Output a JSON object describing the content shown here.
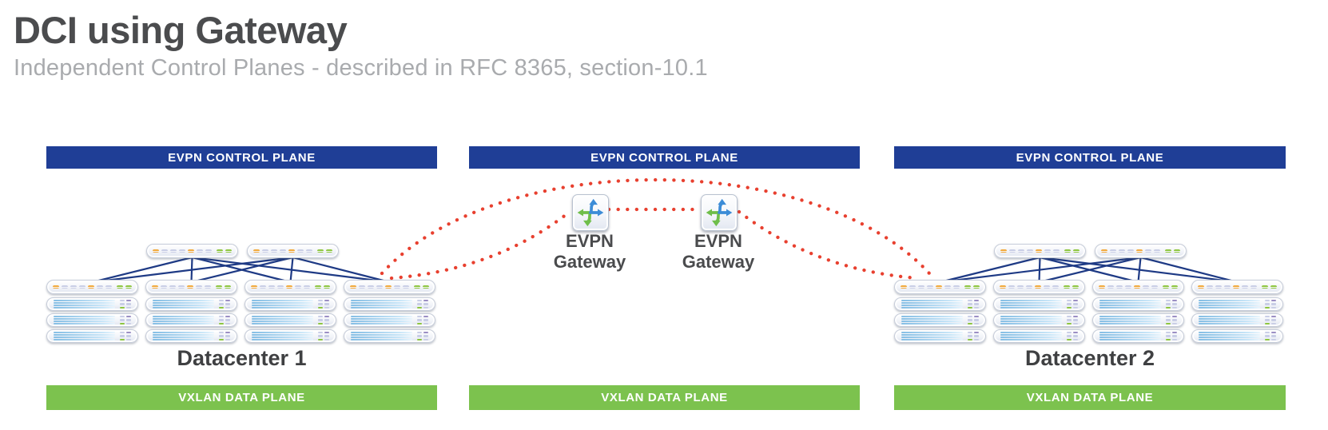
{
  "header": {
    "title": "DCI using Gateway",
    "subtitle": "Independent Control Planes - described in RFC 8365, section-10.1"
  },
  "banners": {
    "control_plane": "EVPN CONTROL PLANE",
    "data_plane": "VXLAN DATA PLANE"
  },
  "datacenters": [
    {
      "label": "Datacenter 1"
    },
    {
      "label": "Datacenter 2"
    }
  ],
  "gateways": [
    {
      "line1": "EVPN",
      "line2": "Gateway"
    },
    {
      "line1": "EVPN",
      "line2": "Gateway"
    }
  ],
  "colors": {
    "control_plane_blue": "#1f3e96",
    "data_plane_green": "#7cc24e",
    "dci_link_red": "#e8402f",
    "fabric_link_navy": "#1e3a85",
    "gateway_arrow_blue": "#3c8cd7",
    "gateway_arrow_green": "#6fbe4a"
  }
}
